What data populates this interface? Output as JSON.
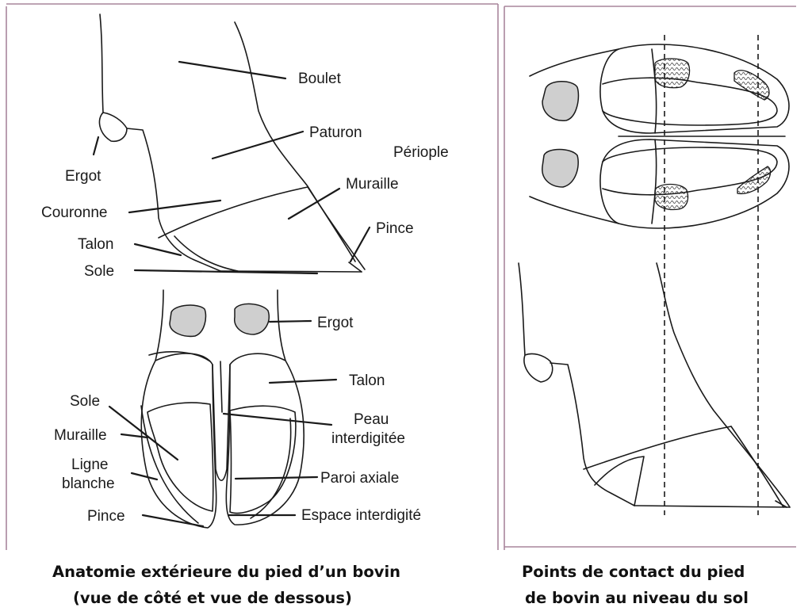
{
  "left_panel": {
    "side_view_labels": {
      "boulet": "Boulet",
      "paturon": "Paturon",
      "periople": "Périople",
      "muraille": "Muraille",
      "ergot": "Ergot",
      "couronne": "Couronne",
      "pince": "Pince",
      "talon": "Talon",
      "sole": "Sole"
    },
    "bottom_view_labels": {
      "ergot": "Ergot",
      "talon": "Talon",
      "sole": "Sole",
      "peau_interdigitee_1": "Peau",
      "peau_interdigitee_2": "interdigitée",
      "muraille": "Muraille",
      "ligne_blanche_1": "Ligne",
      "ligne_blanche_2": "blanche",
      "paroi_axiale": "Paroi axiale",
      "pince": "Pince",
      "espace_interdigite": "Espace interdigité"
    },
    "caption_line1": "Anatomie extérieure du pied d’un bovin",
    "caption_line2": "(vue de côté et vue de dessous)"
  },
  "right_panel": {
    "caption_line1": "Points de contact du pied",
    "caption_line2": "de bovin au niveau du sol"
  },
  "colors": {
    "frame": "#a8859c",
    "dewclaw_fill": "#cfcfcf",
    "line": "#1a1a1a"
  }
}
